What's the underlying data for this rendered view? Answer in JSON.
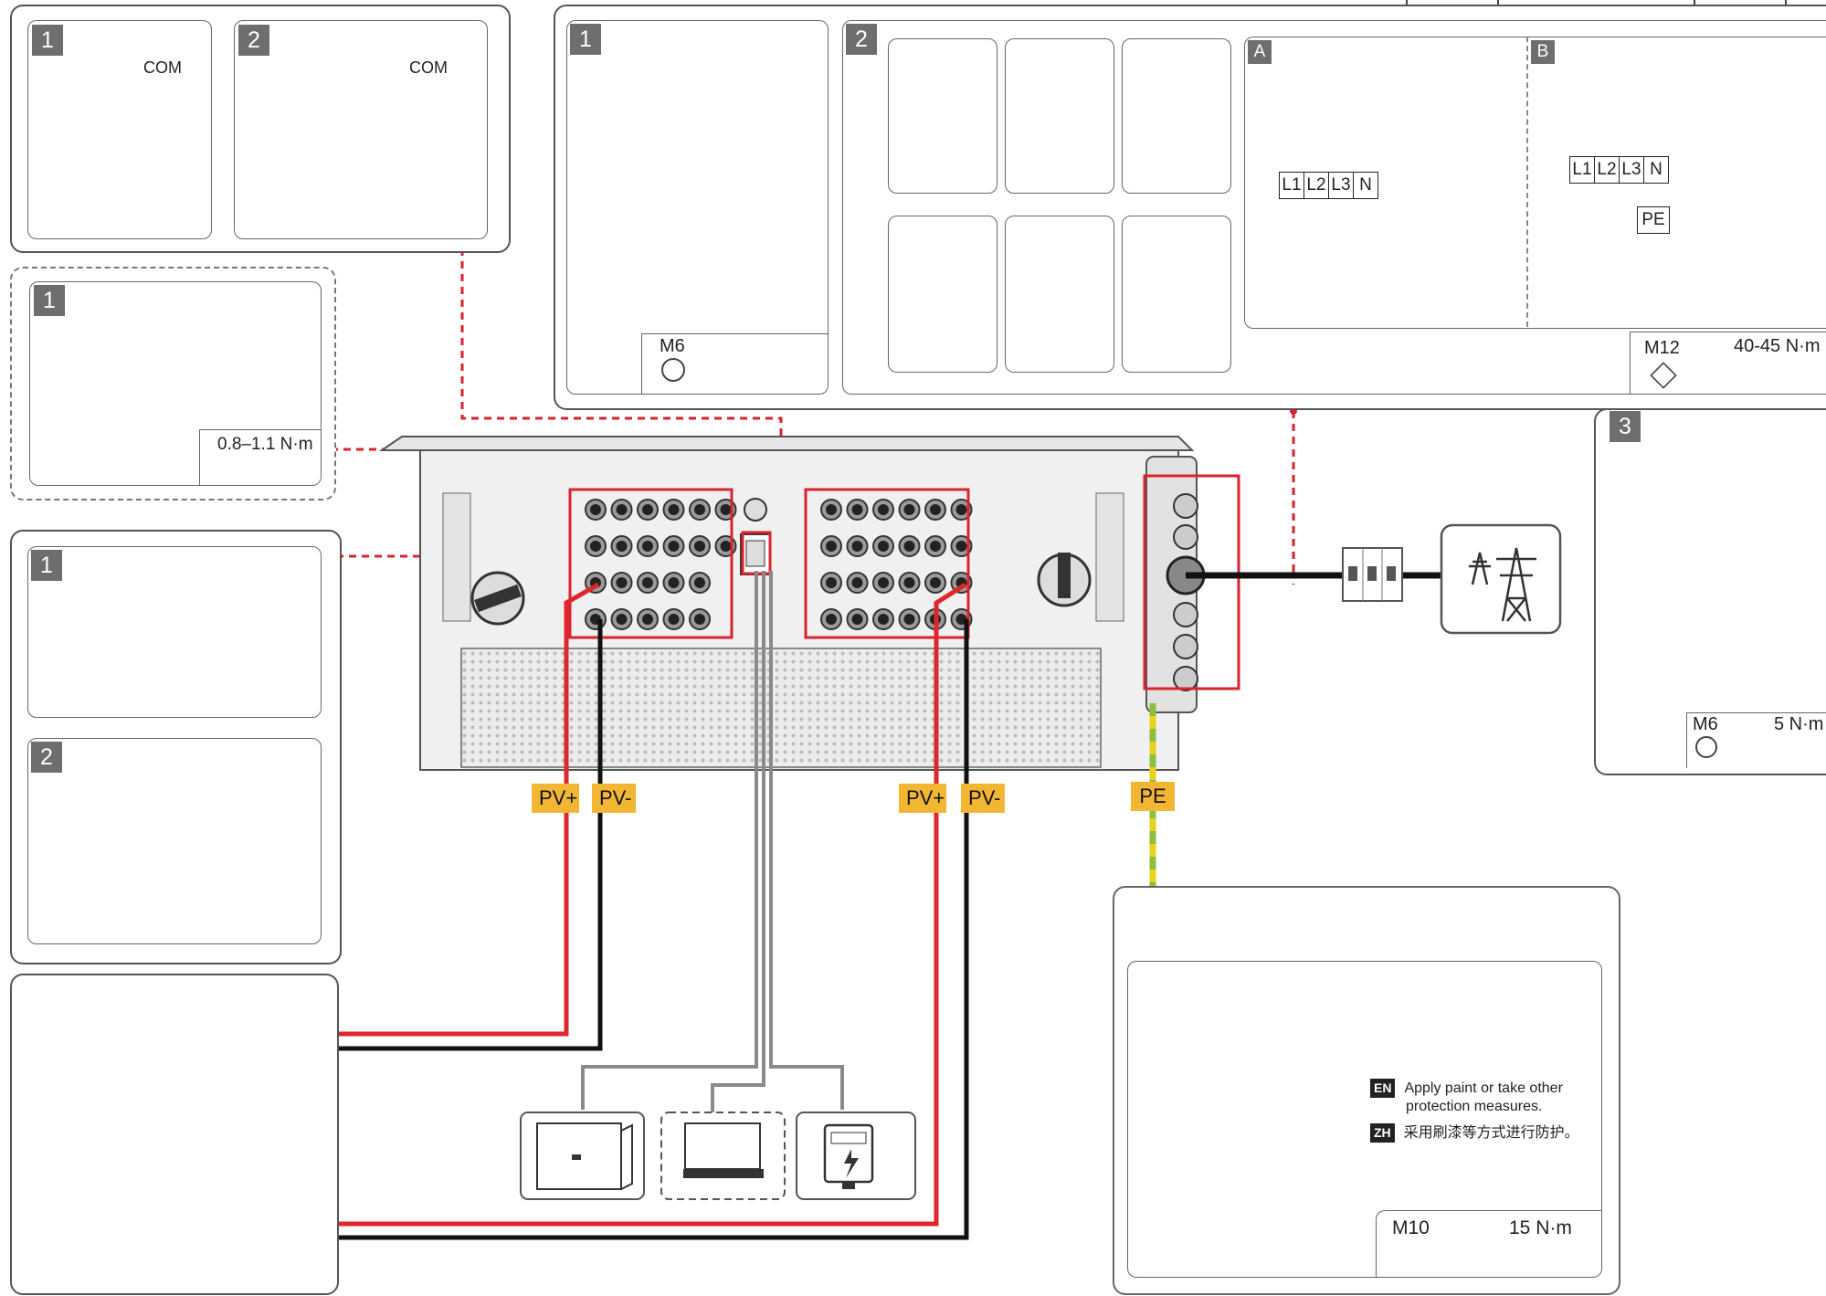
{
  "com_panel": {
    "step1": "1",
    "step2": "2",
    "com_label_1": "COM",
    "com_label_2": "COM"
  },
  "usb_panel": {
    "step": "1",
    "torque": "0.8–1.1 N·m"
  },
  "pv_connector_panel": {
    "step1": "1",
    "step2": "2",
    "plus": "+",
    "minus": "−"
  },
  "cover_panel": {
    "step1": "1",
    "step1_screw": "M6",
    "step2": "2",
    "sub_a": "A",
    "sub_b": "B",
    "phases_a": [
      "L1",
      "L2",
      "L3",
      "N"
    ],
    "phases_b": [
      "L1",
      "L2",
      "L3",
      "N"
    ],
    "pe_label": "PE",
    "step2_screw": "M12",
    "step2_torque": "40-45 N·m"
  },
  "close_cover_panel": {
    "step": "3",
    "screw": "M6",
    "torque": "5 N·m"
  },
  "wiring": {
    "pv_plus_left": "PV+",
    "pv_minus_left": "PV-",
    "pv_plus_right": "PV+",
    "pv_minus_right": "PV-",
    "pe": "PE"
  },
  "ground_panel": {
    "en_badge": "EN",
    "en_text_line1": "Apply paint or take other",
    "en_text_line2": "protection measures.",
    "zh_badge": "ZH",
    "zh_text": "采用刷漆等方式进行防护。",
    "screw": "M10",
    "torque": "15 N·m"
  },
  "colors": {
    "red_dashed": "#d9232d",
    "dc_plus": "#e0262c",
    "dc_minus": "#111111",
    "pe_green": "#8cbf3f",
    "pe_yellow": "#e8d21d",
    "tag_bg": "#f2b632",
    "arrow_blue": "#2a6fb5",
    "ok_blue": "#1f8fcf",
    "no_red": "#e23a3a"
  },
  "icons": [
    "check-icon",
    "prohibit-icon",
    "torque-arrow-icon",
    "hex-key-icon",
    "torque-wrench-icon",
    "ground-symbol-icon",
    "power-tower-icon",
    "ear-icon",
    "meter-icon"
  ]
}
